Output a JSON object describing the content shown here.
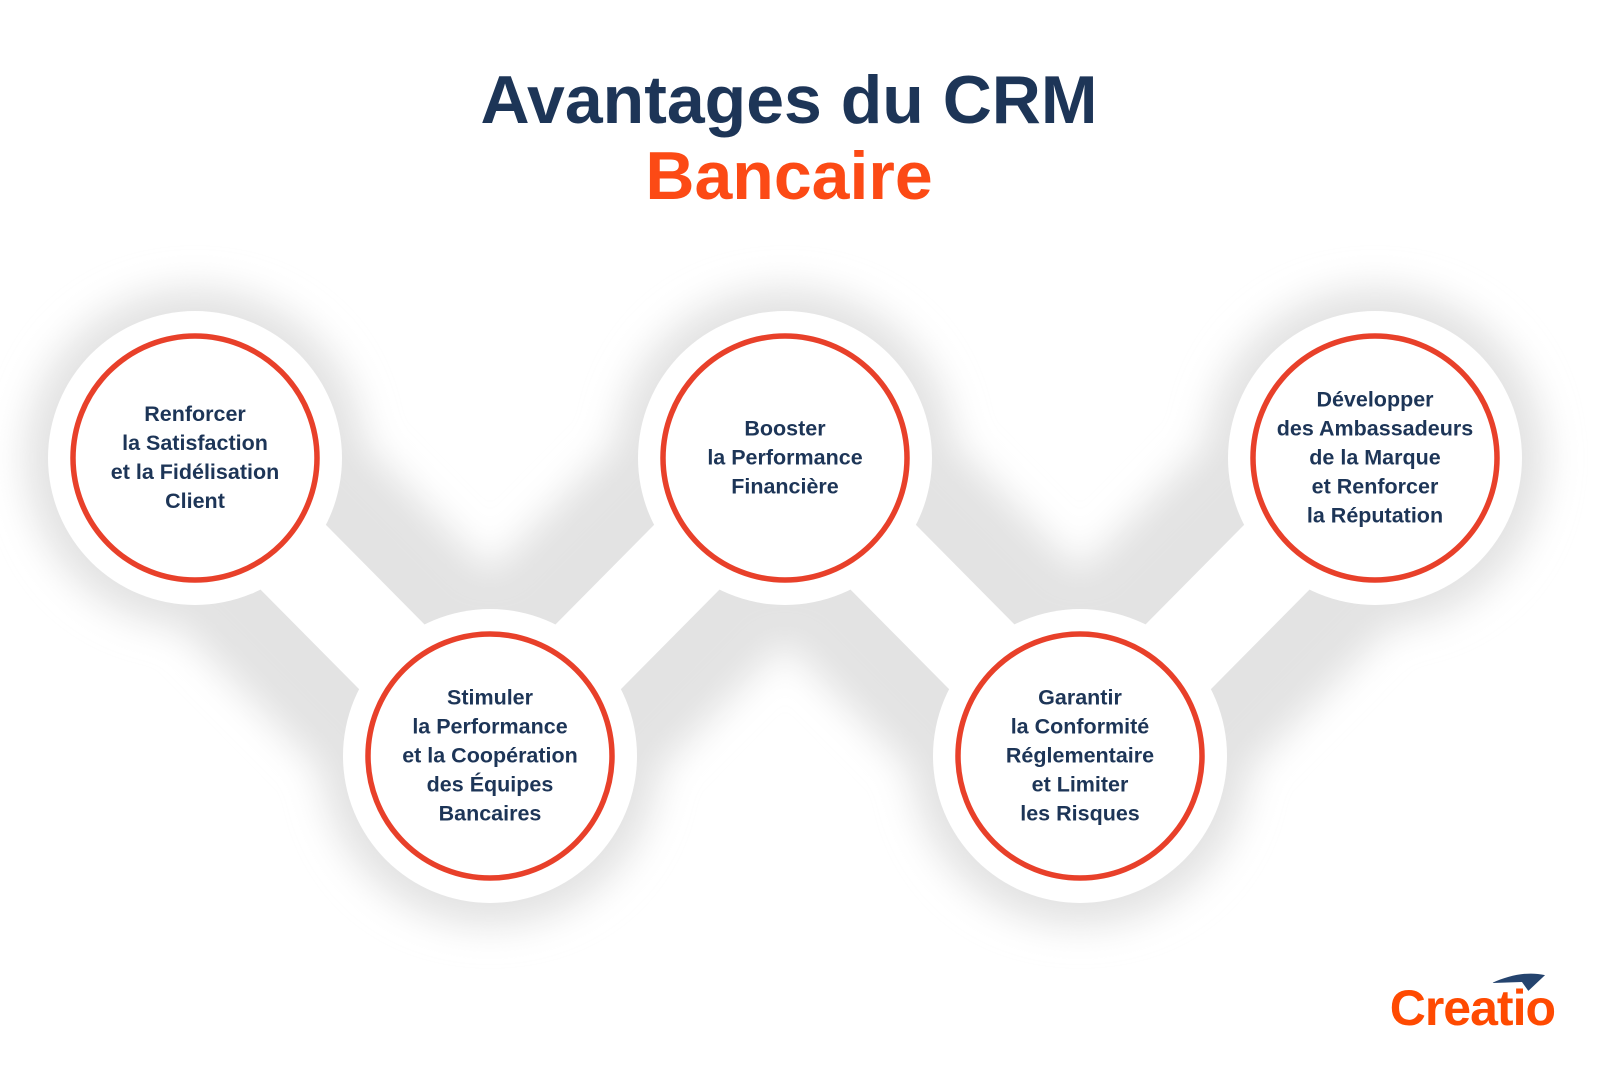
{
  "title": {
    "line1": "Avantages du CRM",
    "line2": "Bancaire"
  },
  "nodes": [
    {
      "text": "Renforcer\nla Satisfaction\net la Fidélisation\nClient",
      "row": "top"
    },
    {
      "text": "Stimuler\nla Performance\net la Coopération\ndes Équipes\nBancaires",
      "row": "bottom"
    },
    {
      "text": "Booster\nla Performance\nFinancière",
      "row": "top"
    },
    {
      "text": "Garantir\nla Conformité\nRéglementaire\net Limiter\nles Risques",
      "row": "bottom"
    },
    {
      "text": "Développer\ndes Ambassadeurs\nde la Marque\net Renforcer\nla Réputation",
      "row": "top"
    }
  ],
  "logo": {
    "text": "Creatio",
    "icon": "paper-plane-icon"
  },
  "colors": {
    "title_navy": "#1d3557",
    "title_orange": "#fc4a15",
    "circle_stroke": "#e8402a",
    "node_text_navy": "#1d3557",
    "logo_orange": "#ff4a01",
    "plane_navy": "#24436e",
    "ribbon_shadow_gray": "#e3e3e3",
    "background": "#ffffff"
  }
}
